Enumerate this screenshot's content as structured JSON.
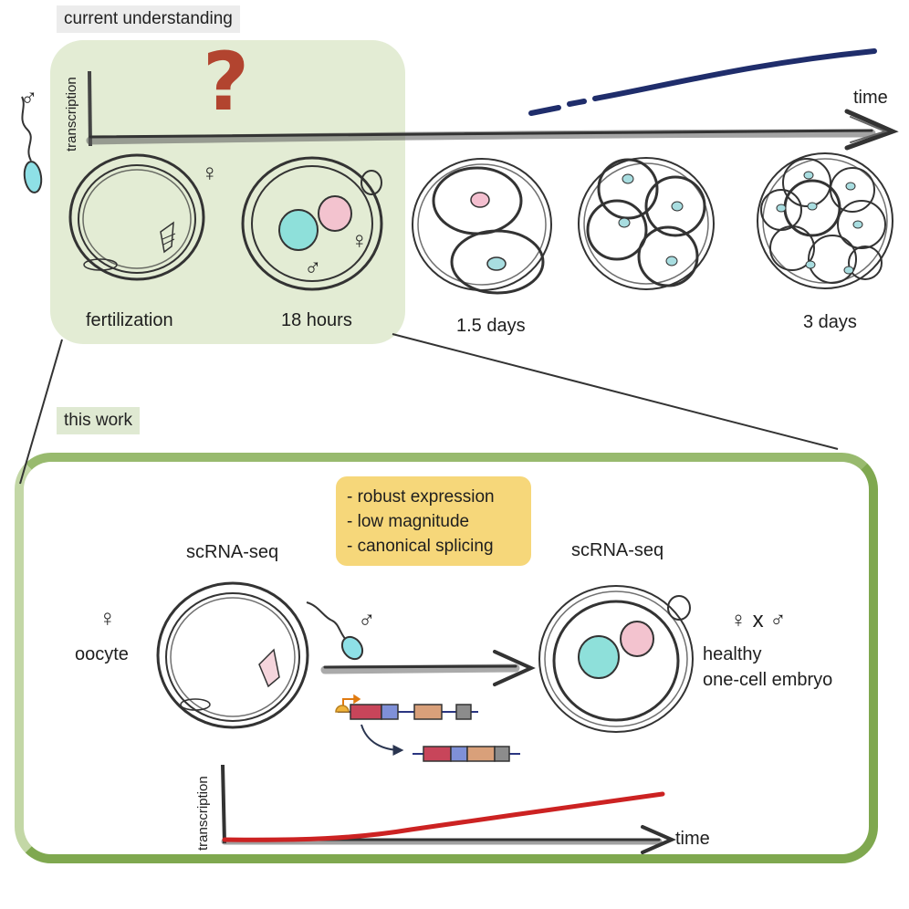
{
  "top": {
    "tag": "current understanding",
    "y_axis_label": "transcription",
    "x_axis_label": "time",
    "question_mark": "?",
    "stages": [
      "fertilization",
      "18 hours",
      "1.5 days",
      "3 days"
    ],
    "male_symbol": "♂",
    "female_symbol": "♀"
  },
  "bottom": {
    "tag": "this work",
    "findings": [
      "- robust expression",
      "- low magnitude",
      "- canonical splicing"
    ],
    "left_method": "scRNA-seq",
    "right_method": "scRNA-seq",
    "left_cell": "oocyte",
    "cross_label": "♀ x ♂",
    "right_cell_line1": "healthy",
    "right_cell_line2": "one-cell embryo",
    "y_axis_label": "transcription",
    "x_axis_label": "time"
  },
  "colors": {
    "highlight": "#e3ecd4",
    "frame": "#7fa84f",
    "callout": "#f6d77a",
    "question": "#b2442f",
    "navy_curve": "#1f2d6b",
    "red_curve": "#cc2222",
    "male_pronucleus": "#7fe0df",
    "female_pronucleus": "#f2a9bd"
  }
}
